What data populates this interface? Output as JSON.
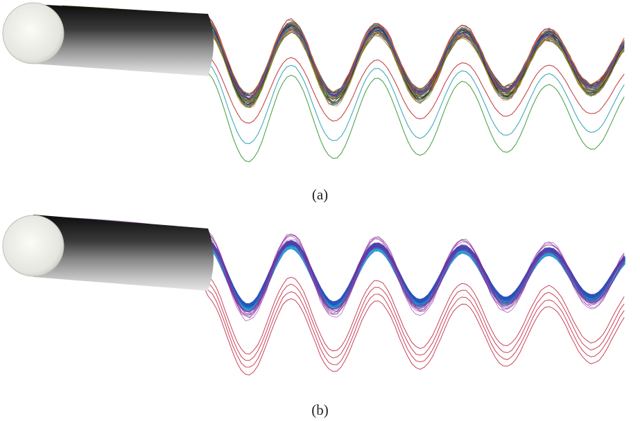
{
  "panels": [
    {
      "id": "a",
      "caption": "(a)",
      "style": "colored-lines",
      "line_colors": [
        "#1a1a1a",
        "#2a2a7a",
        "#b8a020",
        "#1f8f3a",
        "#2aa7b8",
        "#c02a2a",
        "#7a3aa0",
        "#d67a20",
        "#3a3a3a",
        "#6a8a2a",
        "#2a5ac0",
        "#a04a7a",
        "#4a4a4a",
        "#8a8a20"
      ]
    },
    {
      "id": "b",
      "caption": "(b)",
      "style": "blue-bundle",
      "bundle_colors": [
        "#1a2a8a",
        "#2a4ac0",
        "#1f6ad0",
        "#1aa0d8",
        "#3ac0e0"
      ],
      "outlier_color": "#c0203a",
      "accent_color": "#8a2a9a"
    }
  ]
}
